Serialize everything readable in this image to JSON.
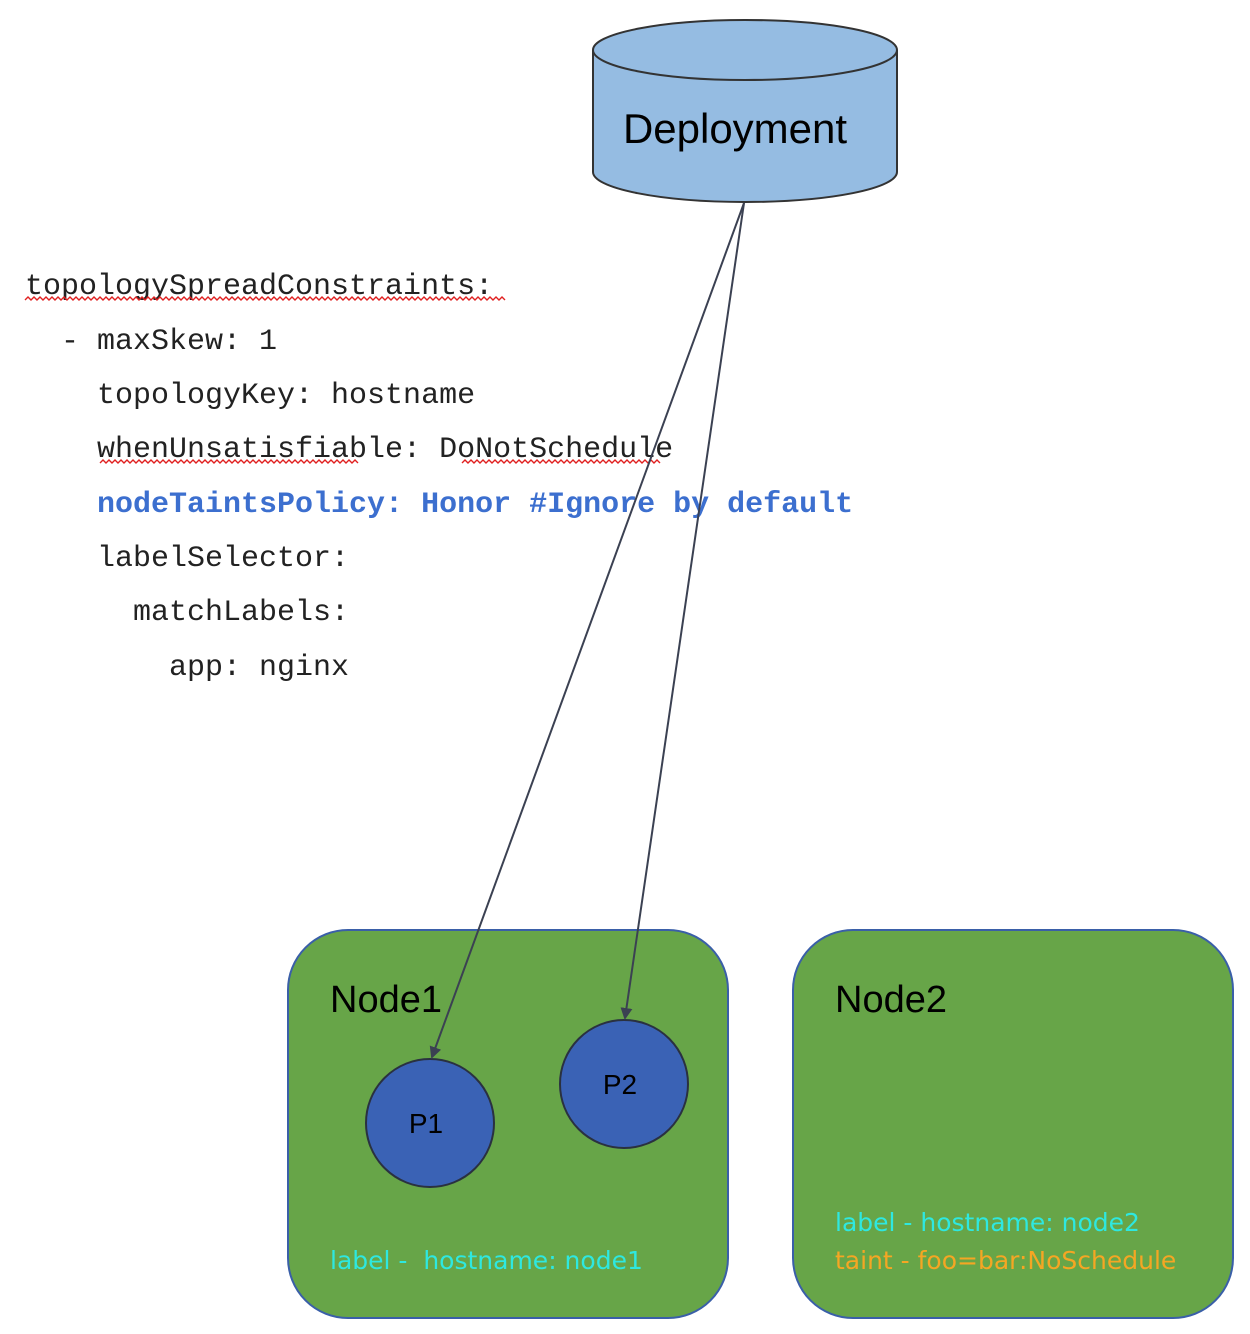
{
  "deployment": {
    "label": "Deployment",
    "fill_color": "#95bce2"
  },
  "code": {
    "lines": [
      "topologySpreadConstraints:",
      "  - maxSkew: 1",
      "    topologyKey: hostname",
      "    whenUnsatisfiable: DoNotSchedule",
      "    nodeTaintsPolicy: Honor #Ignore by default",
      "    labelSelector:",
      "      matchLabels:",
      "        app: nginx"
    ],
    "highlighted_line_color": "#3c6fcf",
    "spellcheck_flagged_words": [
      "topologySpreadConstraints",
      "whenUnsatisfiable",
      "DoNotSchedule"
    ]
  },
  "nodes": [
    {
      "title": "Node1",
      "label_text": "label -  hostname: node1",
      "pods": [
        "P1",
        "P2"
      ]
    },
    {
      "title": "Node2",
      "label_text": "label - hostname: node2",
      "taint_text": "taint - foo=bar:NoSchedule",
      "pods": []
    }
  ],
  "colors": {
    "node_fill": "#67a548",
    "node_border": "#3a5fa8",
    "pod_fill": "#3a62b5",
    "label_text": "#2ee8e0",
    "taint_text": "#f5a623",
    "arrow": "#3b4152"
  }
}
